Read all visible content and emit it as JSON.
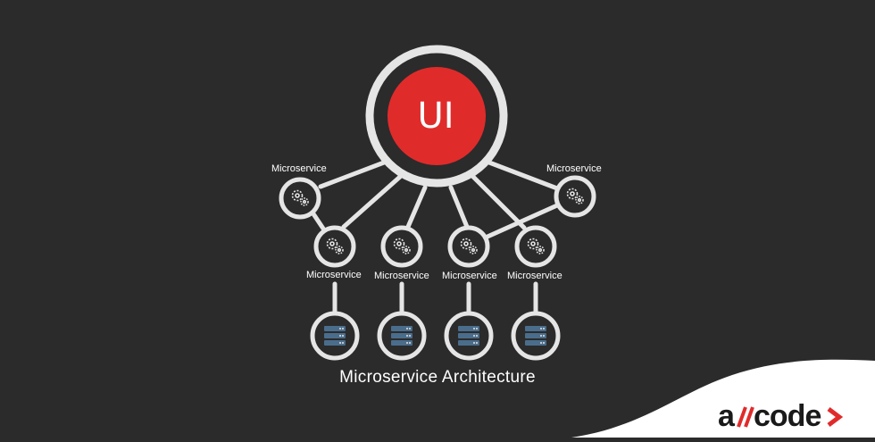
{
  "diagram": {
    "ui_node": {
      "label": "UI"
    },
    "microservices": [
      {
        "label": "Microservice"
      },
      {
        "label": "Microservice"
      },
      {
        "label": "Microservice"
      },
      {
        "label": "Microservice"
      },
      {
        "label": "Microservice"
      },
      {
        "label": "Microservice"
      }
    ],
    "databases": 4,
    "caption": "Microservice Architecture"
  },
  "brand": {
    "logo": "allcode"
  },
  "colors": {
    "background": "#2b2b2b",
    "ui_fill": "#e02b2b",
    "ring": "#e5e5e5",
    "node_fill": "#2b2b2b",
    "accent": "#e02b2b"
  }
}
